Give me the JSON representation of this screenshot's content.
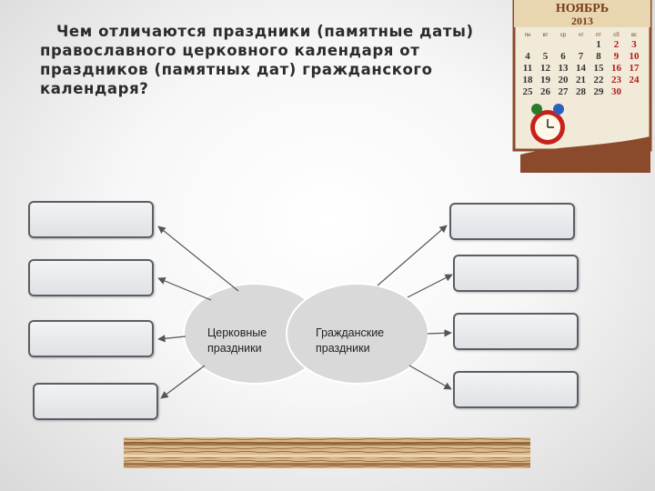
{
  "title": "Чем отличаются праздники (памятные даты) православного церковного календаря от праздников (памятных дат) гражданского календаря?",
  "ellipses": {
    "left": {
      "line1": "Церковные",
      "line2": "праздники"
    },
    "right": {
      "line1": "Гражданские",
      "line2": "праздники"
    }
  },
  "calendar": {
    "month": "НОЯБРЬ",
    "year": "2013",
    "weekdays": [
      "пн",
      "вт",
      "ср",
      "чт",
      "пт",
      "сб",
      "вс"
    ],
    "rows": [
      [
        "",
        "",
        "",
        "",
        "1",
        "2",
        "3"
      ],
      [
        "4",
        "5",
        "6",
        "7",
        "8",
        "9",
        "10"
      ],
      [
        "11",
        "12",
        "13",
        "14",
        "15",
        "16",
        "17"
      ],
      [
        "18",
        "19",
        "20",
        "21",
        "22",
        "23",
        "24"
      ],
      [
        "25",
        "26",
        "27",
        "28",
        "29",
        "30",
        ""
      ]
    ]
  },
  "colors": {
    "box_border": "#5a5f66",
    "ellipse_fill": "#d9d9d9",
    "arrow": "#555555",
    "calendar_frame": "#8a4a2b"
  }
}
